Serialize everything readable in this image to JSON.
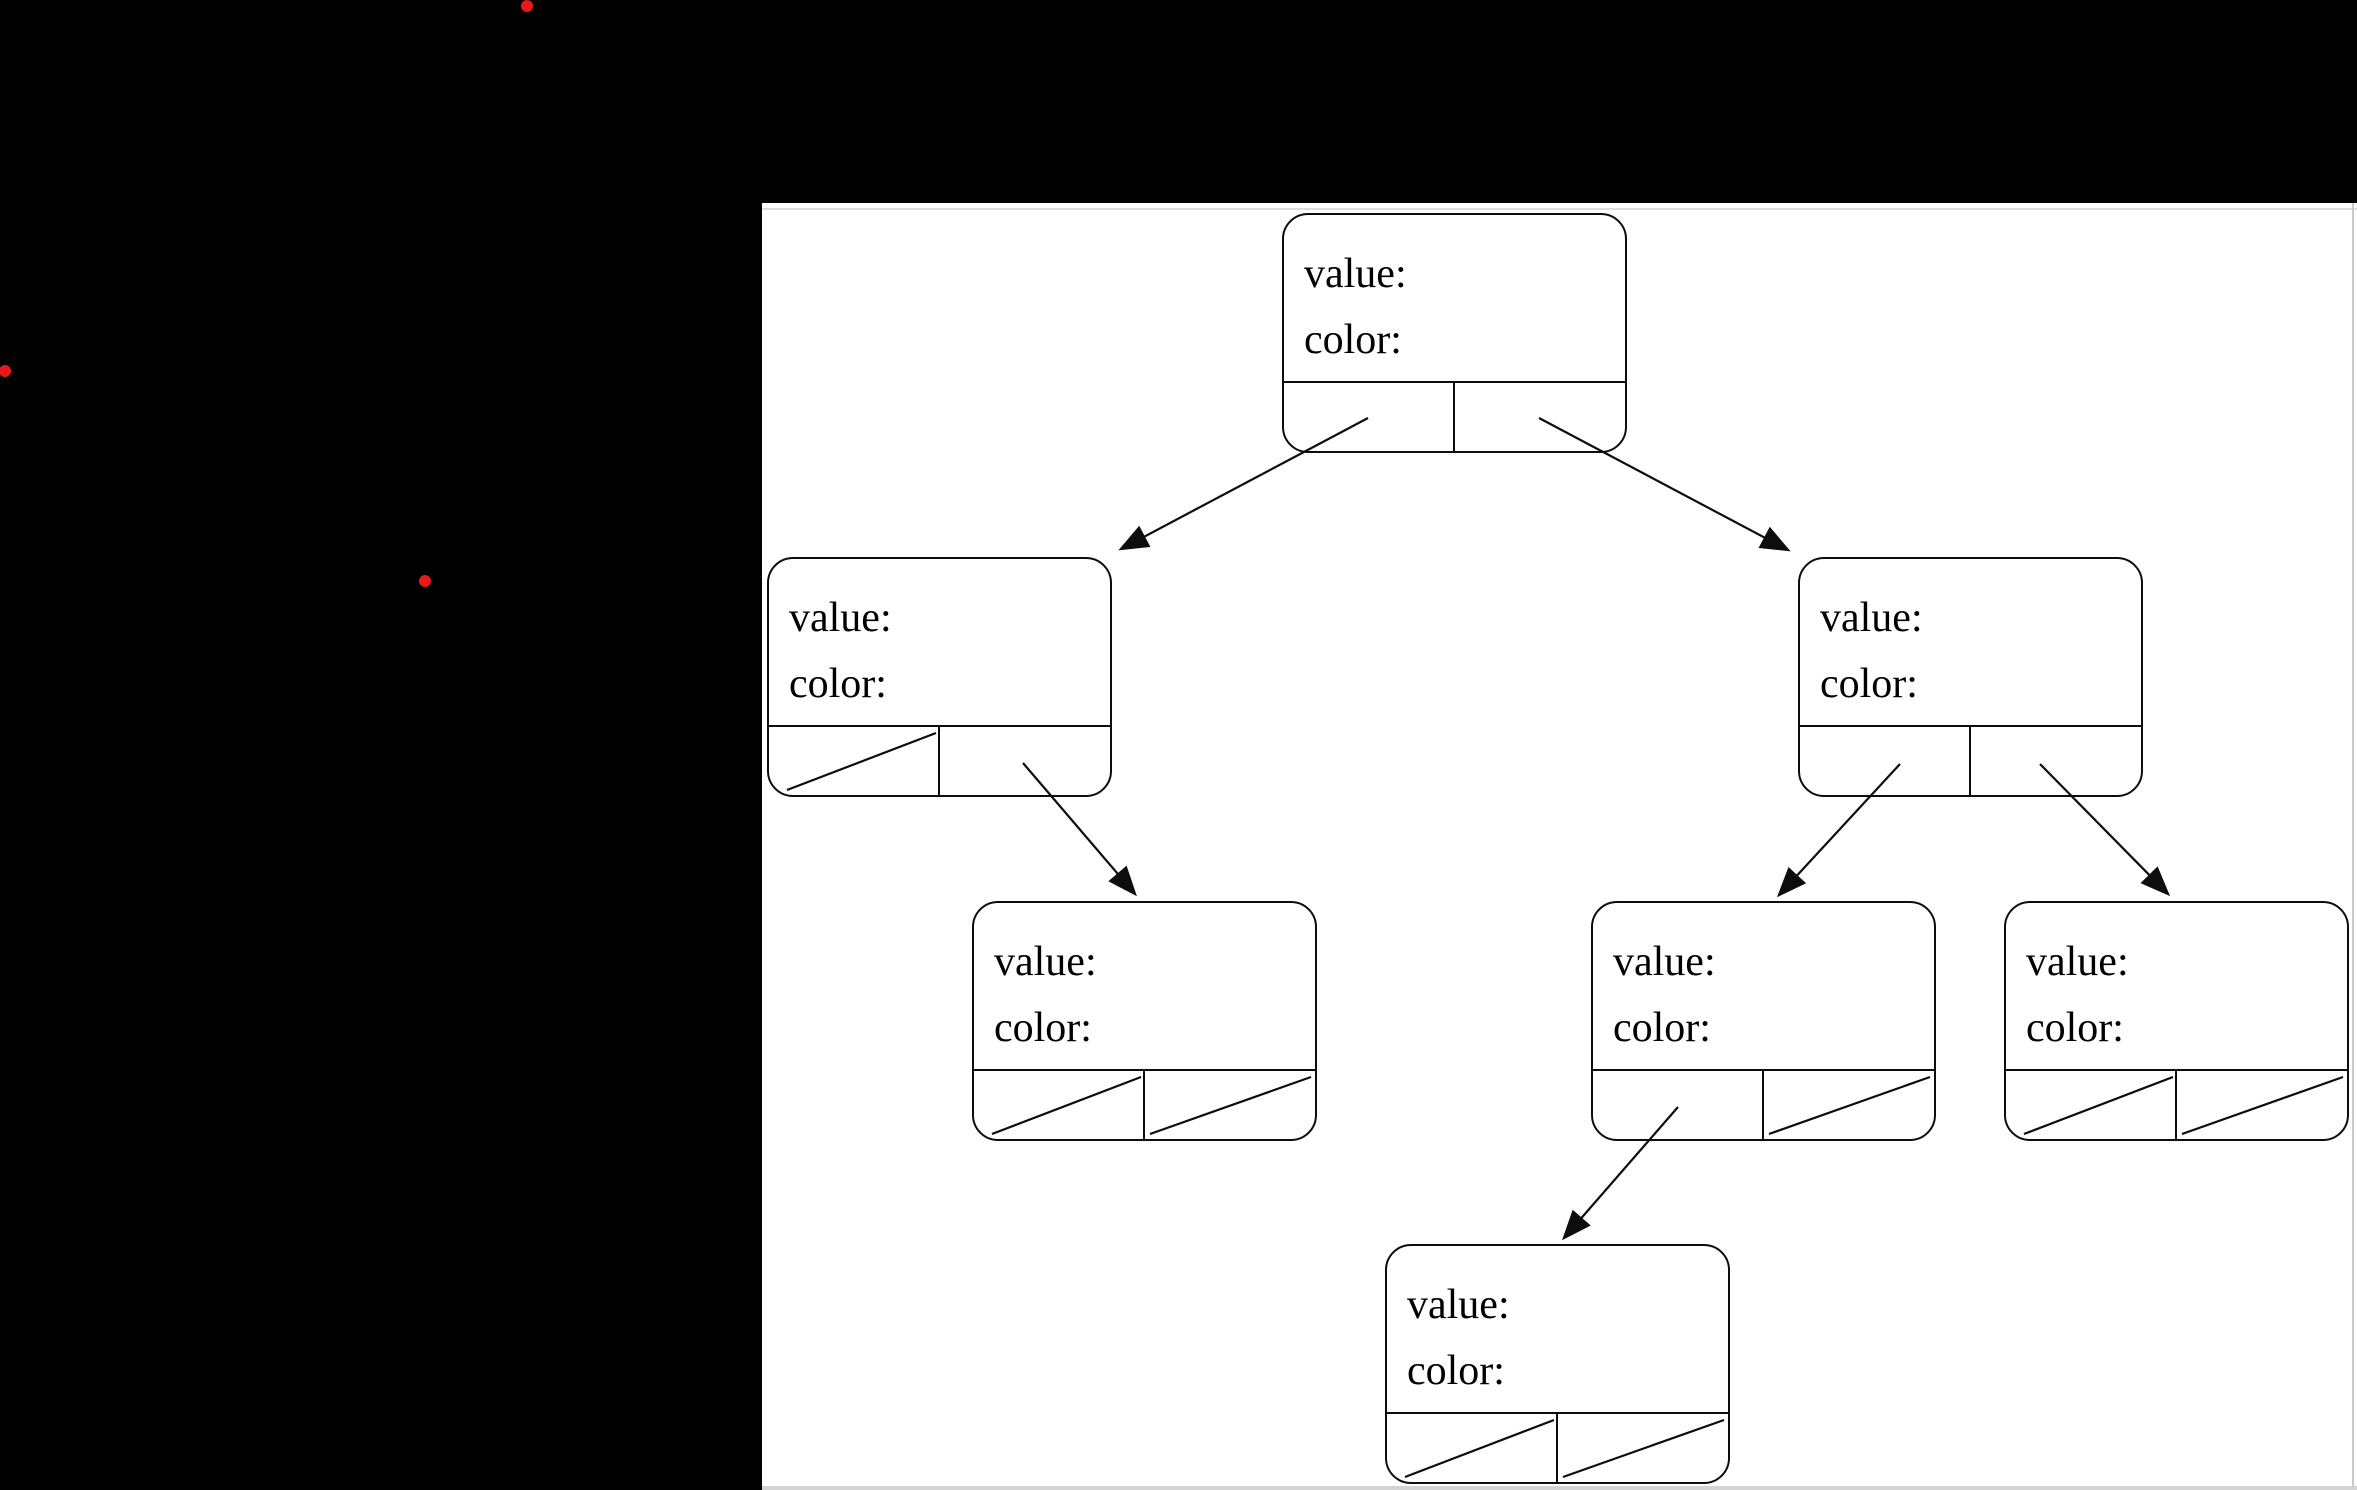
{
  "page": {
    "background_color": "#000000",
    "panel_color": "#ffffff",
    "panel_edge_line_color": "#d4d4d4"
  },
  "markers": {
    "color": "#e8191d",
    "dots": [
      {
        "id": "top",
        "position": "top-center, clipped by top edge"
      },
      {
        "id": "left",
        "position": "left edge, clipped"
      },
      {
        "id": "middle",
        "position": "left-middle area"
      }
    ]
  },
  "diagram": {
    "type": "binary-tree-node-diagram",
    "nodes": [
      {
        "id": "root",
        "value_label": "value:",
        "color_label": "color:",
        "value": "",
        "color": "",
        "left": "child",
        "right": "child"
      },
      {
        "id": "left-child",
        "value_label": "value:",
        "color_label": "color:",
        "value": "",
        "color": "",
        "left": "null",
        "right": "child"
      },
      {
        "id": "right-child",
        "value_label": "value:",
        "color_label": "color:",
        "value": "",
        "color": "",
        "left": "child",
        "right": "child"
      },
      {
        "id": "left-right-grandchild",
        "value_label": "value:",
        "color_label": "color:",
        "value": "",
        "color": "",
        "left": "null",
        "right": "null"
      },
      {
        "id": "right-left-grandchild",
        "value_label": "value:",
        "color_label": "color:",
        "value": "",
        "color": "",
        "left": "child",
        "right": "null"
      },
      {
        "id": "right-right-grandchild",
        "value_label": "value:",
        "color_label": "color:",
        "value": "",
        "color": "",
        "left": "null",
        "right": "null"
      },
      {
        "id": "great-grandchild",
        "value_label": "value:",
        "color_label": "color:",
        "value": "",
        "color": "",
        "left": "null",
        "right": "null"
      }
    ],
    "edges": [
      {
        "from": "root",
        "pointer": "left",
        "to": "left-child"
      },
      {
        "from": "root",
        "pointer": "right",
        "to": "right-child"
      },
      {
        "from": "left-child",
        "pointer": "right",
        "to": "left-right-grandchild"
      },
      {
        "from": "right-child",
        "pointer": "left",
        "to": "right-left-grandchild"
      },
      {
        "from": "right-child",
        "pointer": "right",
        "to": "right-right-grandchild"
      },
      {
        "from": "right-left-grandchild",
        "pointer": "left",
        "to": "great-grandchild"
      }
    ]
  }
}
